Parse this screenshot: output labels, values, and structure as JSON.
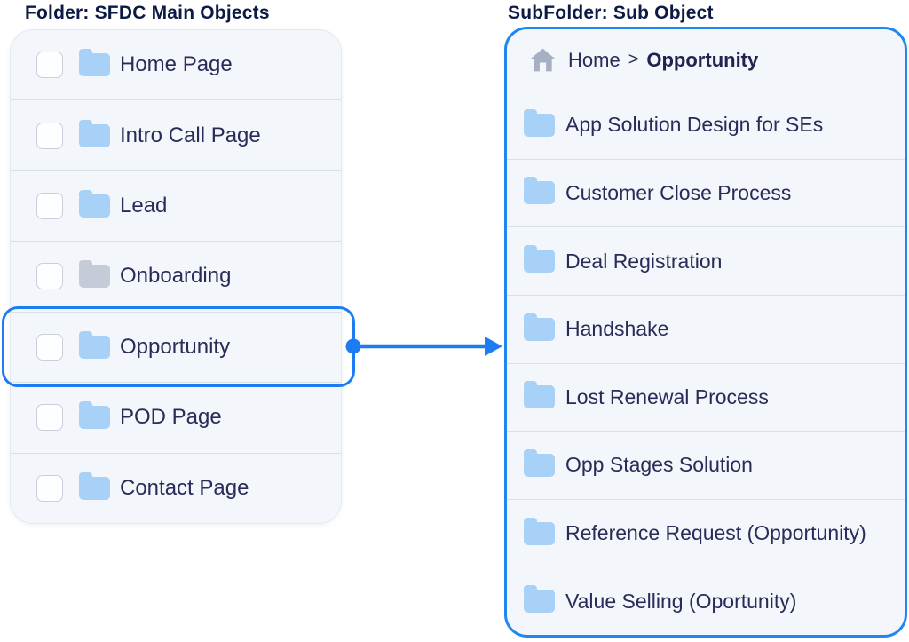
{
  "left_panel": {
    "title": "Folder: SFDC Main Objects",
    "items": [
      {
        "label": "Home Page",
        "folder_color": "blue",
        "selected": false
      },
      {
        "label": "Intro Call Page",
        "folder_color": "blue",
        "selected": false
      },
      {
        "label": "Lead",
        "folder_color": "blue",
        "selected": false
      },
      {
        "label": "Onboarding",
        "folder_color": "gray",
        "selected": false
      },
      {
        "label": "Opportunity",
        "folder_color": "blue",
        "selected": true
      },
      {
        "label": "POD Page",
        "folder_color": "blue",
        "selected": false
      },
      {
        "label": "Contact Page",
        "folder_color": "blue",
        "selected": false
      }
    ]
  },
  "right_panel": {
    "title": "SubFolder: Sub Object",
    "breadcrumb": {
      "home": "Home",
      "separator": ">",
      "current": "Opportunity"
    },
    "items": [
      {
        "label": "App Solution Design for SEs"
      },
      {
        "label": "Customer Close Process"
      },
      {
        "label": "Deal Registration"
      },
      {
        "label": "Handshake"
      },
      {
        "label": "Lost Renewal Process"
      },
      {
        "label": "Opp Stages Solution"
      },
      {
        "label": "Reference Request (Opportunity)"
      },
      {
        "label": "Value Selling (Oportunity)"
      }
    ]
  },
  "icons": {
    "home": "home-icon",
    "folder": "folder-icon",
    "checkbox": "checkbox",
    "arrow": "arrow-right-connector"
  },
  "colors": {
    "accent_blue": "#1D7CF2",
    "panel_border_blue": "#1E87F0",
    "folder_blue": "#A8D1F8",
    "folder_gray": "#C5CBD8",
    "text_navy": "#2B2A58",
    "title_navy": "#0D1A45",
    "panel_bg": "#F3F6FA"
  }
}
